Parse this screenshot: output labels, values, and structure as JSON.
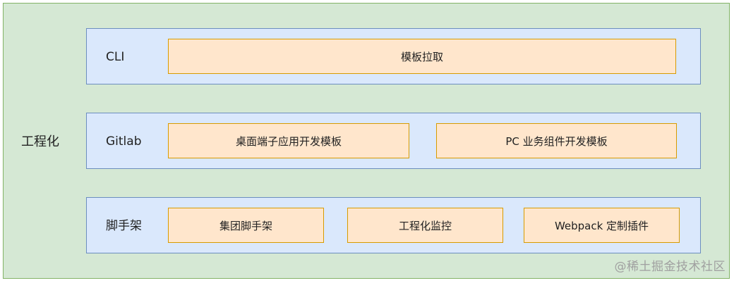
{
  "outer": {
    "label": "工程化"
  },
  "rows": [
    {
      "label": "CLI",
      "items": [
        "模板拉取"
      ]
    },
    {
      "label": "Gitlab",
      "items": [
        "桌面端子应用开发模板",
        "PC 业务组件开发模板"
      ]
    },
    {
      "label": "脚手架",
      "items": [
        "集团脚手架",
        "工程化监控",
        "Webpack 定制插件"
      ]
    }
  ],
  "watermark": "@稀土掘金技术社区",
  "colors": {
    "outer_fill": "#d5e8d4",
    "outer_stroke": "#82b366",
    "row_fill": "#dae8fc",
    "row_stroke": "#6c8ebf",
    "item_fill": "#ffe6cc",
    "item_stroke": "#d79b00"
  }
}
